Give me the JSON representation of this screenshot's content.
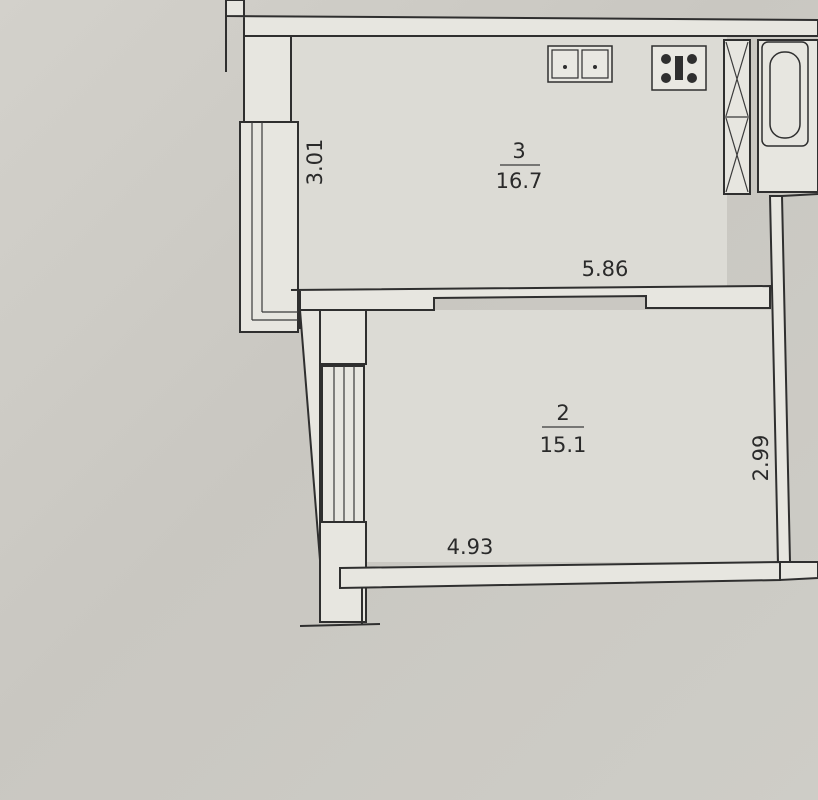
{
  "rooms": [
    {
      "number": "3",
      "area": "16.7"
    },
    {
      "number": "2",
      "area": "15.1"
    }
  ],
  "dimensions": {
    "room3_height": "3.01",
    "room3_width": "5.86",
    "room2_height": "2.99",
    "room2_width": "4.93"
  },
  "colors": {
    "wall_fill": "#e7e6e0",
    "line": "#2f2f2f",
    "paper": "#cdcbc5"
  }
}
